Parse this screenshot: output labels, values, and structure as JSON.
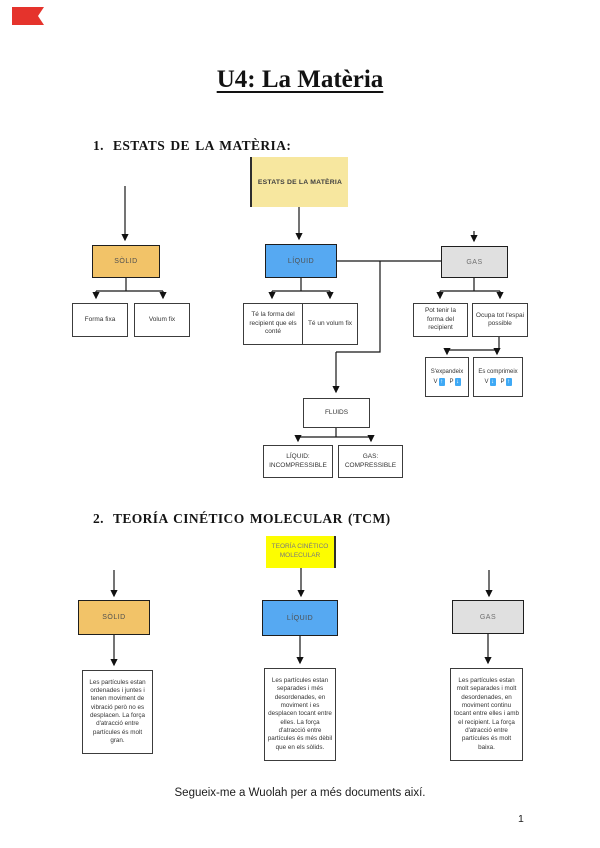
{
  "document": {
    "title": "U4: La Matèria",
    "footer": "Segueix-me a Wuolah per a més documents així.",
    "page_number": "1"
  },
  "sections": {
    "s1": {
      "number": "1.",
      "heading": "ESTATS DE LA MATÈRIA:"
    },
    "s2": {
      "number": "2.",
      "heading": "TEORÍA CINÉTICO MOLECULAR (TCM)"
    }
  },
  "chart1": {
    "root": "ESTATS DE LA MATÈRIA",
    "solid": "SÒLID",
    "solid_props": [
      "Forma fixa",
      "Volum fix"
    ],
    "liquid": "LÍQUID",
    "liquid_props": [
      "Té la forma del recipient que els conté",
      "Té un volum fix"
    ],
    "gas": "GAS",
    "gas_props": [
      "Pot tenir la forma del recipient",
      "Ocupa tot l'espai possible"
    ],
    "expand": {
      "title": "S'expandeix",
      "v_label": "V",
      "v_arrow": "↑",
      "p_label": "P",
      "p_arrow": "↓"
    },
    "compress": {
      "title": "Es comprimeix",
      "v_label": "V",
      "v_arrow": "↓",
      "p_label": "P",
      "p_arrow": "↑"
    },
    "fluids": "FLUIDS",
    "fluid_liquid": "LÍQUID: INCOMPRESSIBLE",
    "fluid_gas": "GAS: COMPRESSIBLE"
  },
  "chart2": {
    "root": "TEORÍA CINÉTICO MOLECULAR",
    "solid": "SÒLID",
    "liquid": "LÍQUID",
    "gas": "GAS",
    "solid_desc": "Les partícules estan ordenades i juntes i tenen moviment de vibració però no es desplacen. La força d'atracció entre partícules és molt gran.",
    "liquid_desc": "Les partícules estan separades i més desordenades, en moviment i es desplacen tocant entre elles. La força d'atracció entre partícules és més dèbil que en els sòlids.",
    "gas_desc": "Les partícules estan molt separades i molt desordenades, en moviment continu tocant entre elles i amb el recipient. La força d'atracció entre partícules és molt baixa."
  },
  "colors": {
    "solid_box": "#F2C368",
    "liquid_box": "#56A9F2",
    "gas_box": "#E0E0E0",
    "root1_box": "#F7E79F",
    "root2_box": "#FDFD00",
    "arrow_highlight": "#3FA9F5",
    "logo": "#E5332C"
  }
}
